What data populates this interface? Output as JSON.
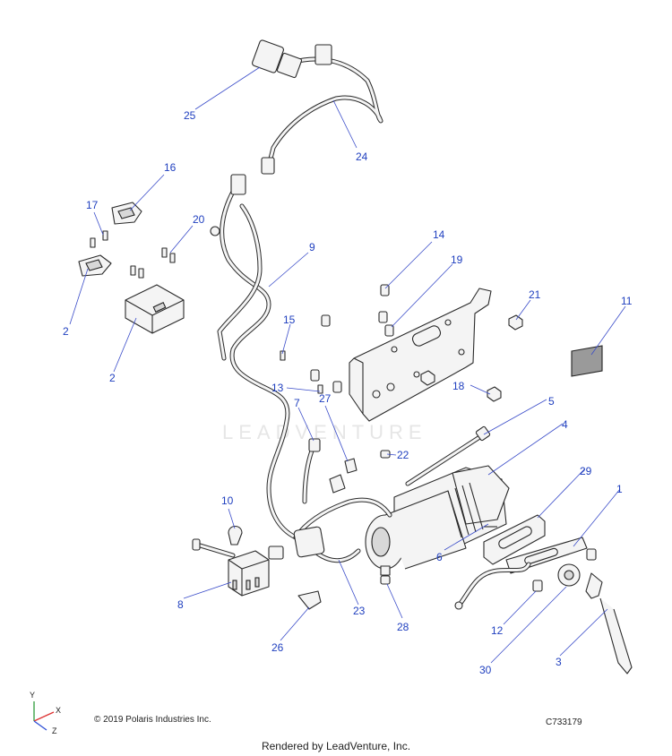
{
  "callouts": [
    {
      "id": "1"
    },
    {
      "id": "2"
    },
    {
      "id": "2"
    },
    {
      "id": "3"
    },
    {
      "id": "4"
    },
    {
      "id": "5"
    },
    {
      "id": "6"
    },
    {
      "id": "7"
    },
    {
      "id": "8"
    },
    {
      "id": "9"
    },
    {
      "id": "10"
    },
    {
      "id": "11"
    },
    {
      "id": "12"
    },
    {
      "id": "13"
    },
    {
      "id": "14"
    },
    {
      "id": "15"
    },
    {
      "id": "16"
    },
    {
      "id": "17"
    },
    {
      "id": "18"
    },
    {
      "id": "19"
    },
    {
      "id": "20"
    },
    {
      "id": "21"
    },
    {
      "id": "22"
    },
    {
      "id": "23"
    },
    {
      "id": "24"
    },
    {
      "id": "25"
    },
    {
      "id": "26"
    },
    {
      "id": "27"
    },
    {
      "id": "28"
    },
    {
      "id": "29"
    },
    {
      "id": "30"
    }
  ],
  "watermark": "LEADVENTURE",
  "copyright": "© 2019 Polaris Industries Inc.",
  "diagram_code": "C733179",
  "rendered_by": "Rendered by LeadVenture, Inc.",
  "axes": {
    "y": "Y",
    "x": "X",
    "z": "Z"
  },
  "colors": {
    "callout": "#1f3fbf",
    "axis_y": "#2e9c3a",
    "axis_x": "#d33",
    "axis_z": "#2d4fd6"
  }
}
